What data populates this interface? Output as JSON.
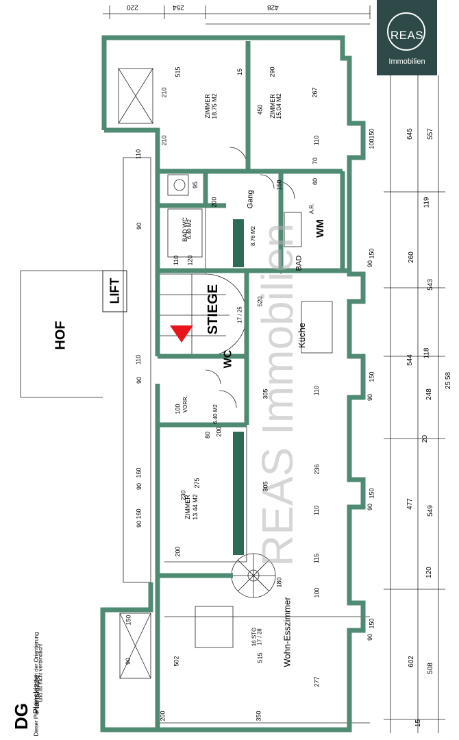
{
  "colors": {
    "wall": "#4f8a72",
    "wallDark": "#2e6b55",
    "line": "#222222",
    "arrow": "#e8151b",
    "logoBg": "#2d4a49",
    "watermark": "#b5b5b5"
  },
  "logo": {
    "main": "REAS",
    "sub": "Immobilien"
  },
  "watermark": "REAS Immobilien",
  "title": {
    "floor": "DG",
    "heading": "Planskizze",
    "note1": "Dieser Plan dient lediglich der Orientierung",
    "note2": "und ist nicht verbindlich!"
  },
  "labels": {
    "hof": "HOF",
    "lift": "LIFT",
    "stiege": "STIEGE",
    "wc": "WC",
    "kueche": "Küche",
    "gang": "Gang",
    "bad": "BAD",
    "wm": "WM",
    "wohn": "Wohn-Esszimmer"
  },
  "rooms": {
    "zimmer1": "ZIMMER",
    "zimmer1_area": "18.75 M2",
    "zimmer2": "ZIMMER",
    "zimmer2_area": "15.04 M2",
    "zimmer3": "ZIMMER",
    "zimmer3_area": "13.44 M2",
    "badwc": "BAD WC",
    "badwc_area": "6.40 M2",
    "gang_area": "8.76 M2",
    "vorr": "VORR.",
    "vorr_area": "6.40 M2",
    "stg": "16 STG",
    "stg_ratio": "17 / 28",
    "stiege_ratio": "17 / 25",
    "ar": "A.R."
  },
  "dims_top": [
    "220",
    "254",
    "428"
  ],
  "dims_right": [
    "645",
    "557",
    "119",
    "260",
    "543",
    "118",
    "544",
    "248",
    "25 58",
    "20",
    "477",
    "549",
    "120",
    "602",
    "508",
    "15"
  ],
  "dims_inner": [
    "515",
    "15",
    "290",
    "210",
    "450",
    "267",
    "210",
    "110",
    "70",
    "60",
    "150",
    "95",
    "200",
    "110",
    "120",
    "520",
    "305",
    "110",
    "100",
    "80",
    "200",
    "236",
    "305",
    "230",
    "275",
    "110",
    "200",
    "115",
    "100",
    "180",
    "502",
    "515",
    "277",
    "350",
    "200"
  ],
  "dims_left": [
    "110",
    "90",
    "110",
    "90",
    "160",
    "90",
    "160",
    "90",
    "150",
    "90"
  ],
  "window_dims": [
    "150",
    "100",
    "150",
    "90",
    "150",
    "90",
    "150",
    "90",
    "150",
    "90"
  ]
}
